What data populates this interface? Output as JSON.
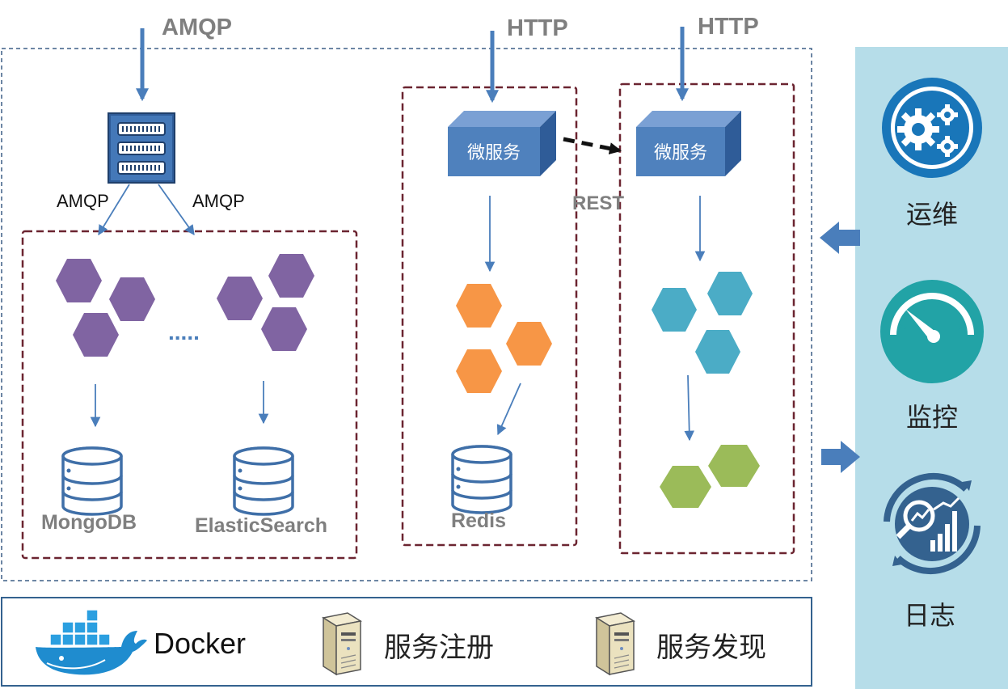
{
  "colors": {
    "outer_border": "#3d5f86",
    "group_border": "#6b2430",
    "side_panel": "#b6dde9",
    "arrow": "#4a7ebb",
    "purple": "#8064a2",
    "orange": "#f79646",
    "teal": "#4bacc6",
    "green": "#9bbb59",
    "microservice": "#4f81bd",
    "icon_blue": "#1976b9",
    "icon_teal": "#22a3a6"
  },
  "inputs": {
    "amqp_in": "AMQP",
    "http_left": "HTTP",
    "http_right": "HTTP"
  },
  "queue": {
    "icon": "message-queue-icon",
    "left_label": "AMQP",
    "right_label": "AMQP"
  },
  "consumers": {
    "ellipsis": ".....",
    "db_left": "MongoDB",
    "db_right": "ElasticSearch"
  },
  "service_a": {
    "title": "微服务",
    "cache": "Redis"
  },
  "service_b": {
    "title": "微服务"
  },
  "rest_label": "REST",
  "side_panel": {
    "items": [
      {
        "icon": "gears-icon",
        "label": "运维"
      },
      {
        "icon": "gauge-icon",
        "label": "监控"
      },
      {
        "icon": "analytics-icon",
        "label": "日志"
      }
    ]
  },
  "bottom_bar": {
    "docker": {
      "icon": "docker-whale-icon",
      "label": "Docker"
    },
    "registry": {
      "icon": "server-icon",
      "label": "服务注册"
    },
    "discovery": {
      "icon": "server-icon",
      "label": "服务发现"
    }
  }
}
